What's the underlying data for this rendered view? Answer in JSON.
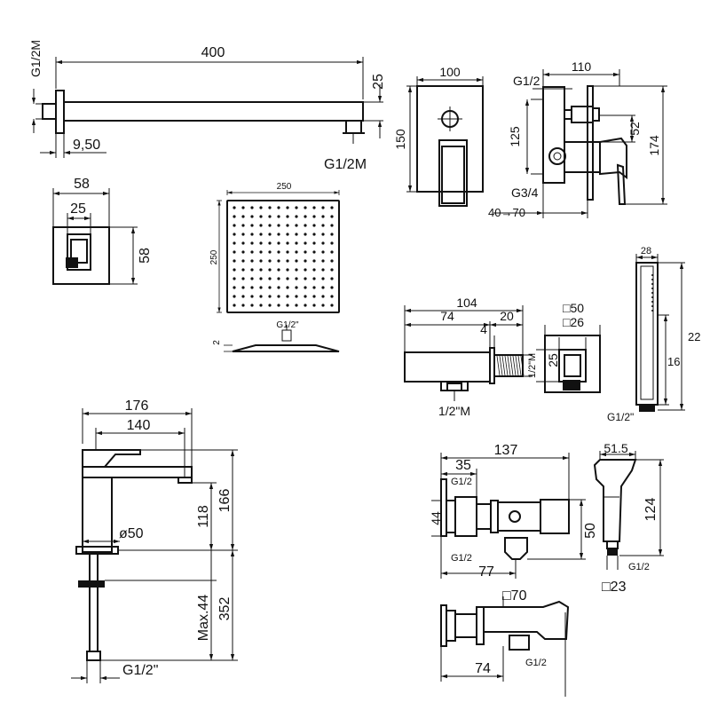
{
  "arm": {
    "length": "400",
    "thread_top": "G1/2M",
    "height": "25",
    "offset": "9,50",
    "thread_bottom": "G1/2M"
  },
  "flange": {
    "width": "58",
    "inner": "25",
    "height": "58"
  },
  "head": {
    "width": "250",
    "height": "250",
    "thread": "G1/2\"",
    "thickness": "2"
  },
  "mixer": {
    "width": "100",
    "depth": "110",
    "thread_top": "G1/2",
    "height": "150",
    "body_h": "125",
    "lever_h": "52",
    "total_h": "174",
    "thread_bottom": "G3/4",
    "range": "40→70"
  },
  "outlet": {
    "total": "104",
    "a": "74",
    "b": "20",
    "c": "4",
    "side": "1/2\"M",
    "thread": "1/2\"M",
    "sq_outer": "□50",
    "sq_inner": "□26",
    "h": "25"
  },
  "handshower": {
    "top": "28",
    "total": "22",
    "body": "16",
    "thread": "G1/2\""
  },
  "basin": {
    "width": "176",
    "spout": "140",
    "diameter": "ø50",
    "body_h": "118",
    "total_h": "166",
    "max": "Max.44",
    "below": "352",
    "thread": "G1/2\""
  },
  "bidet": {
    "width": "137",
    "a": "35",
    "thread_top": "G1/2",
    "h44": "44",
    "thread_low": "G1/2",
    "w77": "77",
    "h50": "50",
    "sq70": "□70",
    "w74": "74",
    "thread_bottom": "G1/2"
  },
  "spray": {
    "width": "51.5",
    "height": "124",
    "thread": "G1/2",
    "sq": "□23"
  }
}
